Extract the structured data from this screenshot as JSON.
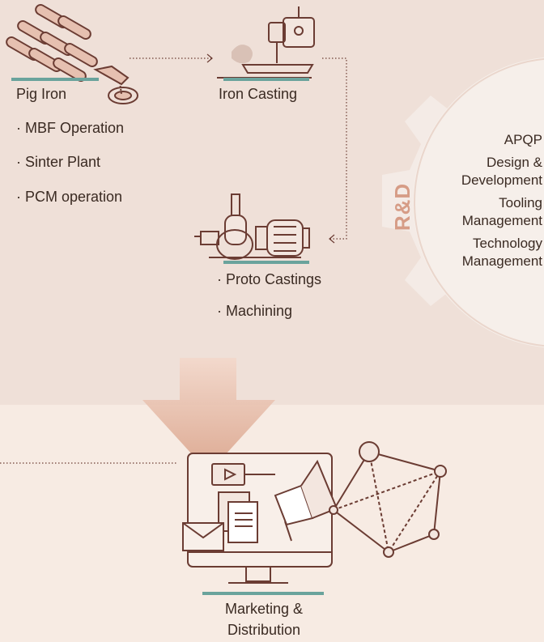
{
  "nodes": {
    "pig_iron": {
      "label": "Pig Iron",
      "bullets": [
        "MBF Operation",
        "Sinter Plant",
        "PCM operation"
      ]
    },
    "iron_casting": {
      "label": "Iron Casting"
    },
    "machining": {
      "bullets": [
        "Proto Castings",
        "Machining"
      ]
    },
    "marketing": {
      "label_line1": "Marketing &",
      "label_line2": "Distribution"
    }
  },
  "rnd": {
    "title": "R&D",
    "items": [
      {
        "line1": "APQP",
        "line2": ""
      },
      {
        "line1": "Design &",
        "line2": "Development"
      },
      {
        "line1": "Tooling",
        "line2": "Management"
      },
      {
        "line1": "Technology",
        "line2": "Management"
      }
    ]
  },
  "colors": {
    "bg_top": "#efe0d8",
    "bg_bottom": "#f7ebe3",
    "line": "#6b3c33",
    "accent_teal": "#6aa39c",
    "accent_orange": "#d69c86",
    "gear": "#f3ece8"
  },
  "icons": [
    "ingots-icon",
    "ladle-icon",
    "pump-icon",
    "marketing-monitor-icon",
    "megaphone-icon",
    "network-icon",
    "arrow-down-icon"
  ]
}
